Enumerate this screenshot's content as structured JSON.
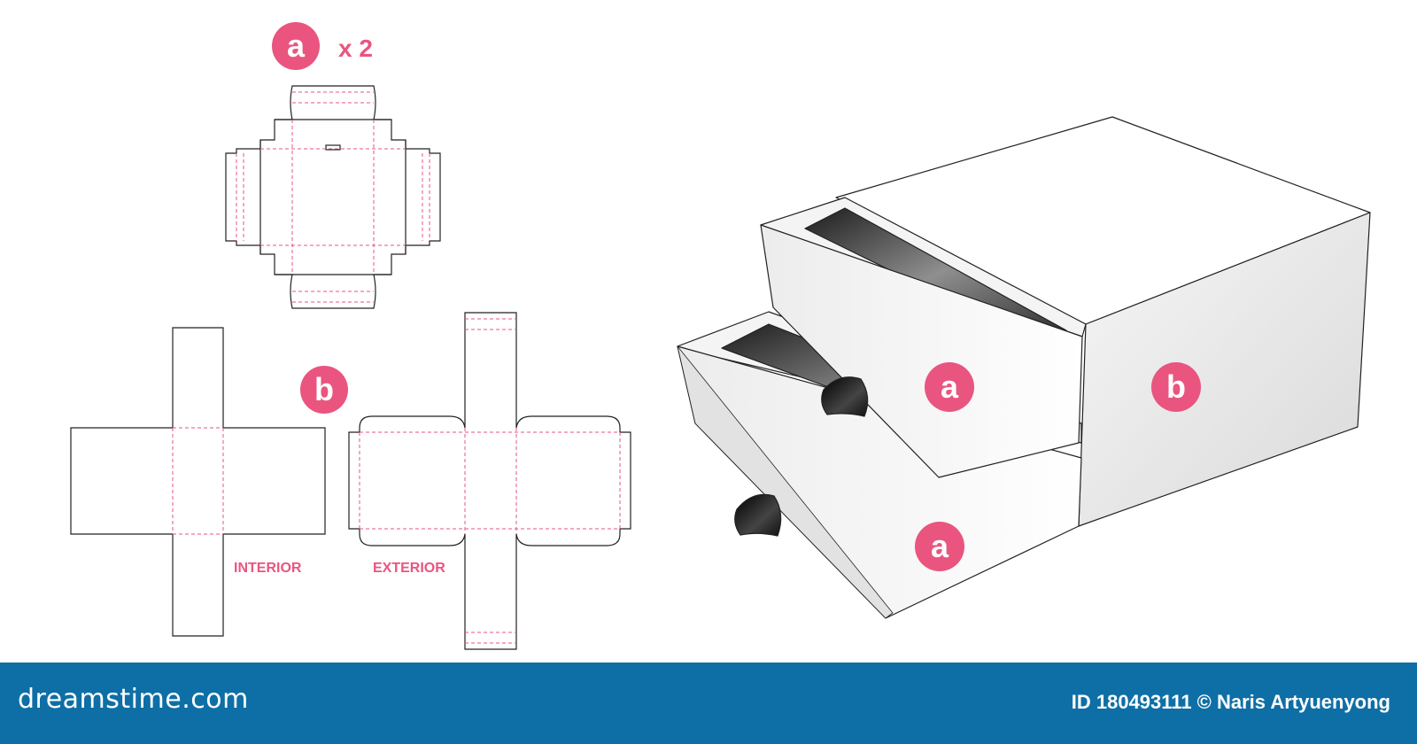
{
  "labels": {
    "part_a": "a",
    "part_b": "b",
    "quantity": "x 2",
    "interior": "INTERIOR",
    "exterior": "EXTERIOR"
  },
  "footer": {
    "brand": "dreamstime.com",
    "credit": "ID 180493111 © Naris Artyuenyong"
  },
  "colors": {
    "accent": "#e9557f",
    "footer": "#0e6fa6",
    "cut_line": "#222222",
    "fold_line": "#e9557f"
  }
}
